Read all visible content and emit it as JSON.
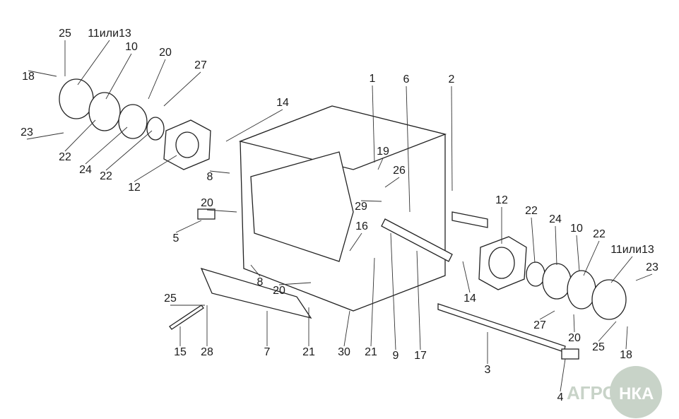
{
  "diagram": {
    "labels": [
      "25",
      "11или13",
      "10",
      "20",
      "27",
      "18",
      "23",
      "14",
      "22",
      "24",
      "22",
      "12",
      "8",
      "1",
      "6",
      "2",
      "19",
      "26",
      "29",
      "16",
      "20",
      "5",
      "12",
      "22",
      "24",
      "10",
      "22",
      "11или13",
      "23",
      "14",
      "8",
      "20",
      "25",
      "15",
      "28",
      "7",
      "21",
      "30",
      "21",
      "9",
      "17",
      "27",
      "20",
      "25",
      "18",
      "3",
      "4"
    ]
  },
  "watermark": {
    "text": "АГРОНКА",
    "color": "#c8d3c8"
  }
}
